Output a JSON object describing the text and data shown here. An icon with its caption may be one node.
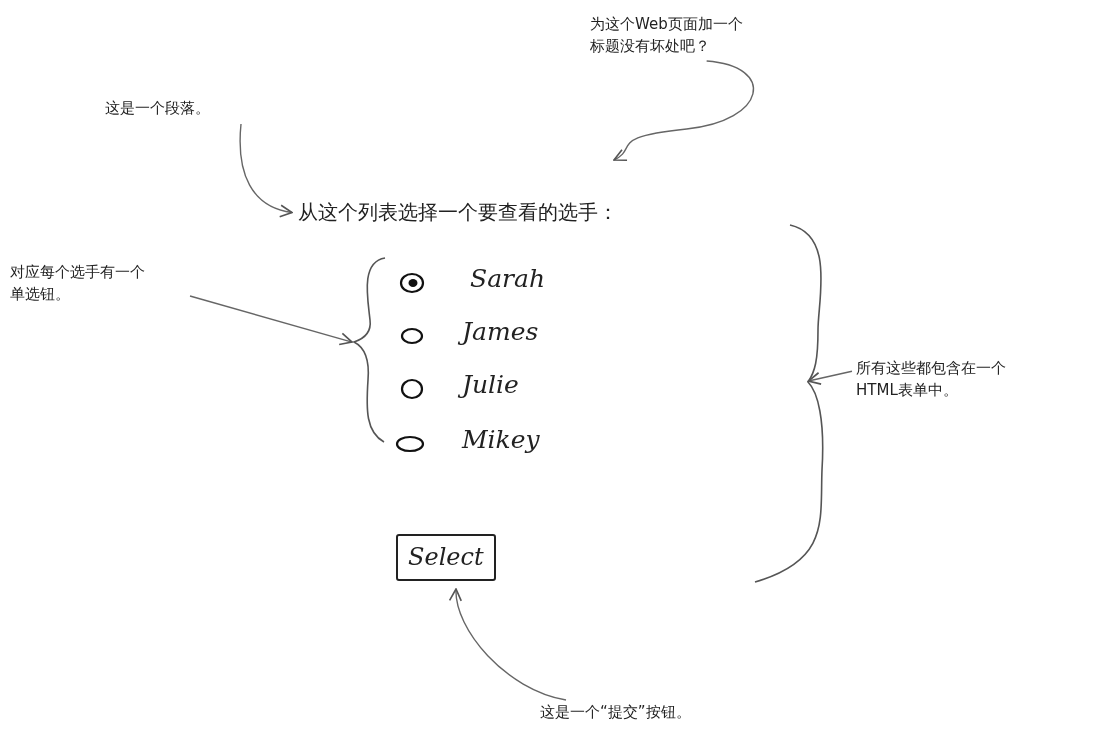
{
  "diagram": {
    "nodes": [
      {
        "text": [
          "为这个Web页面加一个标题没有坏处吧？"
        ]
      },
      {
        "text": [
          "这是一个段落。"
        ]
      },
      {
        "text": [
          "从这个列表选择一个要查看的选手："
        ]
      },
      {
        "text": [
          "对应每个选手有一个单选钮。"
        ]
      },
      {
        "text": [
          "所有这些都包含在一个HTML表单中。"
        ]
      },
      {
        "text": [
          "Select"
        ]
      },
      {
        "text": [
          "这是一个“提交”按钮。"
        ]
      },
      {
        "text": [],
        "shape": "brace"
      },
      {
        "text": [],
        "shape": "brace"
      }
    ],
    "edges": [
      {
        "from": 0,
        "to": null,
        "arrow": "to"
      },
      {
        "from": 1,
        "to": 2,
        "arrow": "to"
      },
      {
        "from": 3,
        "to": 7,
        "arrow": "to"
      },
      {
        "from": 4,
        "to": 8,
        "arrow": "to"
      },
      {
        "from": 6,
        "to": 5,
        "arrow": "to"
      }
    ],
    "labels": [
      "Sarah",
      "James",
      "Julie",
      "Mikey"
    ]
  }
}
